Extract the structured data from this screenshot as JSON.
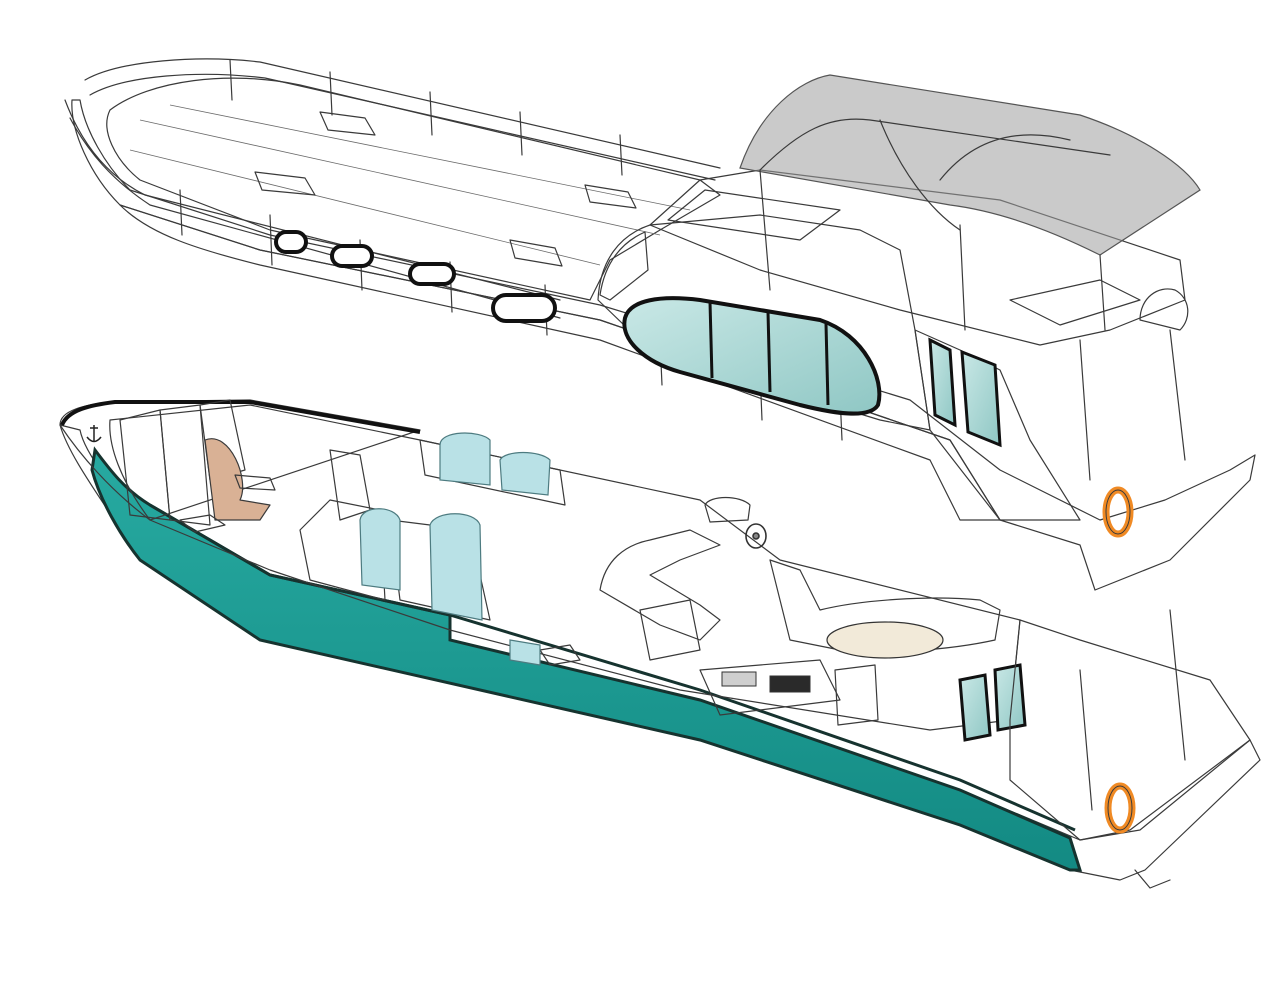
{
  "colors": {
    "background": "#ffffff",
    "outline": "#3a3a3a",
    "hull_white": "#f7f7f7",
    "hull_shade": "#e6e6e6",
    "hull_stripe": "#1f9c94",
    "stripe_edge": "#16332f",
    "glass": "#a9d6d4",
    "bimini_canvas": "#9e9e9e",
    "interior_wood": "#d2a789",
    "interior_light": "#e9c9b1",
    "interior_dark": "#a9785a",
    "shower_glass": "#b9e1e6",
    "lifebuoy": "#f08a24",
    "upholstery": "#efe4d6"
  },
  "views": [
    {
      "id": "exterior",
      "kind": "exterior-isometric"
    },
    {
      "id": "cutaway",
      "kind": "interior-cutaway-isometric"
    }
  ],
  "icons": [
    "anchor-icon",
    "lifebuoy-icon",
    "steering-wheel-icon",
    "radar-dome-icon"
  ]
}
